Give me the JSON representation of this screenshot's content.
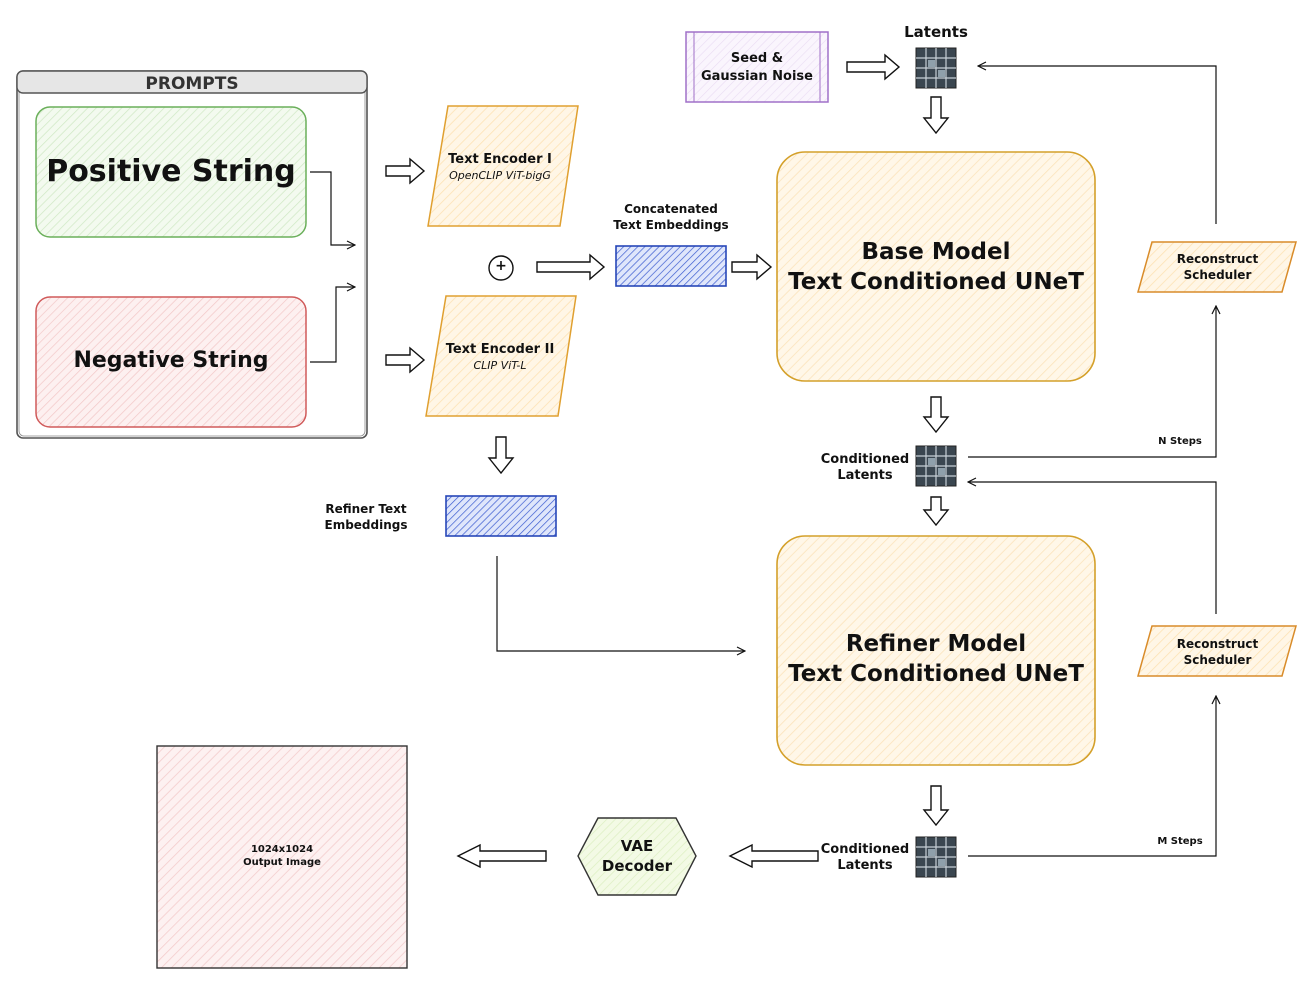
{
  "prompts": {
    "title": "PROMPTS",
    "positive": "Positive String",
    "negative": "Negative String"
  },
  "encoders": {
    "enc1_title": "Text Encoder I",
    "enc1_sub": "OpenCLIP ViT-bigG",
    "enc2_title": "Text Encoder II",
    "enc2_sub": "CLIP ViT-L"
  },
  "plus_symbol": "+",
  "concat_label_1": "Concatenated",
  "concat_label_2": "Text Embeddings",
  "refiner_emb_label_1": "Refiner Text",
  "refiner_emb_label_2": "Embeddings",
  "seed_label_1": "Seed &",
  "seed_label_2": "Gaussian Noise",
  "latents_label": "Latents",
  "base_model_1": "Base Model",
  "base_model_2": "Text Conditioned UNeT",
  "refiner_model_1": "Refiner Model",
  "refiner_model_2": "Text Conditioned UNeT",
  "reconstruct_1": "Reconstruct",
  "reconstruct_2": "Scheduler",
  "n_steps": "N Steps",
  "m_steps": "M Steps",
  "conditioned_1": "Conditioned",
  "conditioned_2": "Latents",
  "vae_1": "VAE",
  "vae_2": "Decoder",
  "output_1": "1024x1024",
  "output_2": "Output Image",
  "colors": {
    "positive_border": "#6aaf5a",
    "positive_fill": "#eef8ea",
    "negative_border": "#d05a5a",
    "negative_fill": "#fbe9e9",
    "encoder_border": "#e0a030",
    "encoder_fill": "#fff3da",
    "embedding_blue": "#2747b8",
    "model_border": "#d4a02a",
    "model_fill": "#fff4e0",
    "scheduler_border": "#d98c2a",
    "seed_border": "#a070c8",
    "latent_dark": "#3a4650",
    "vae_fill": "#eef7da",
    "output_fill": "#fbe6e6"
  }
}
